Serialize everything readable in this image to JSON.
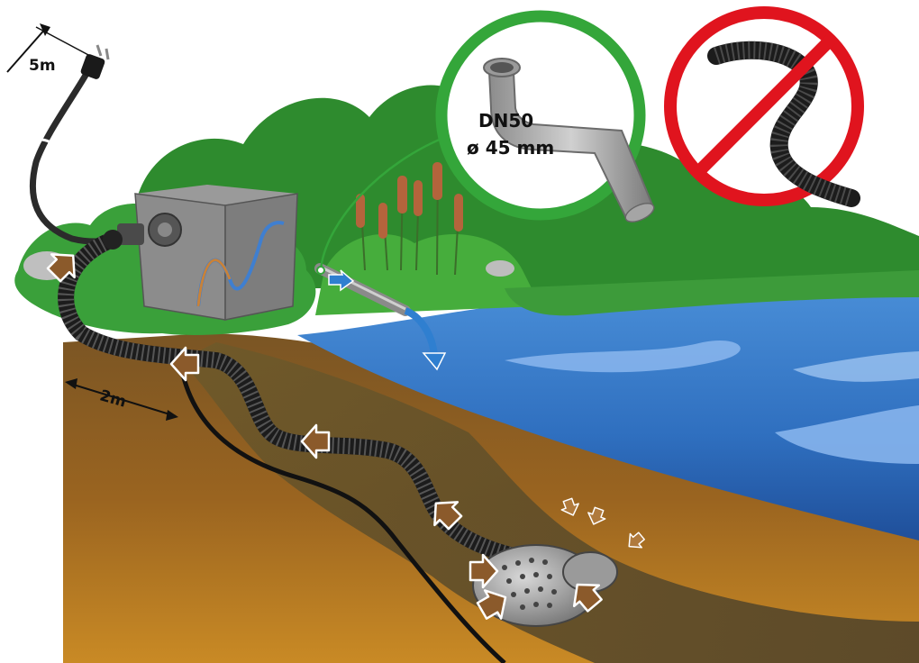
{
  "labels": {
    "cable_length": "5m",
    "hose_depth": "2m",
    "pipe_spec_line1": "DN50",
    "pipe_spec_line2": "ø 45 mm"
  },
  "badges": {
    "ok_icon": "check-circle-green",
    "forbidden_icon": "prohibited-circle-red"
  },
  "colors": {
    "ok": "#34a63a",
    "forbidden": "#e0141e",
    "water": "#3a78c9",
    "soil": "#8a5a24",
    "foliage": "#2f8f2f",
    "flow_arrow": "#8b5a2b"
  }
}
